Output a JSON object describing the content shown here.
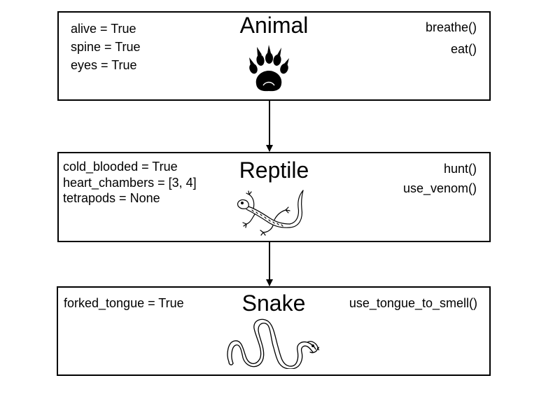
{
  "diagram": {
    "classes": [
      {
        "name": "Animal",
        "attributes": [
          "alive = True",
          "spine = True",
          "eyes = True"
        ],
        "methods": [
          "breathe()",
          "eat()"
        ],
        "icon": "paw-print-icon"
      },
      {
        "name": "Reptile",
        "attributes": [
          "cold_blooded = True",
          "heart_chambers = [3, 4]",
          "tetrapods = None"
        ],
        "methods": [
          "hunt()",
          "use_venom()"
        ],
        "icon": "lizard-icon"
      },
      {
        "name": "Snake",
        "attributes": [
          "forked_tongue = True"
        ],
        "methods": [
          "use_tongue_to_smell()"
        ],
        "icon": "snake-icon"
      }
    ],
    "relations": [
      {
        "from": "Animal",
        "to": "Reptile",
        "type": "arrow"
      },
      {
        "from": "Reptile",
        "to": "Snake",
        "type": "arrow"
      }
    ]
  }
}
